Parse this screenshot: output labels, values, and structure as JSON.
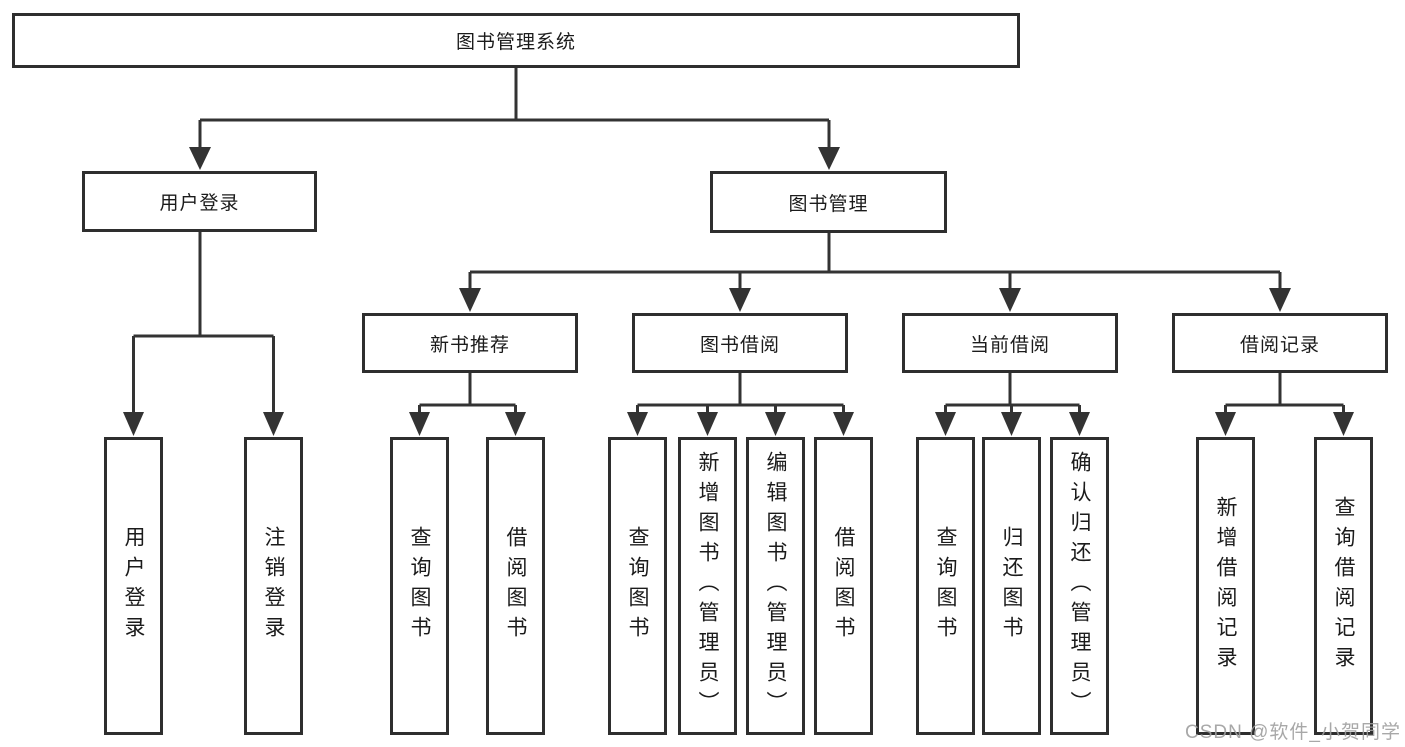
{
  "diagram": {
    "title": "图书管理系统",
    "type": "hierarchy-tree",
    "colors": {
      "line": "#333333",
      "box_border": "#2e2e2e",
      "box_fill": "#ffffff",
      "text": "#1b1b1b",
      "watermark": "#9e9e9e",
      "background": "#ffffff"
    }
  },
  "tree": {
    "label": "图书管理系统",
    "children": [
      {
        "label": "用户登录",
        "children": [
          {
            "label": "用户登录"
          },
          {
            "label": "注销登录"
          }
        ]
      },
      {
        "label": "图书管理",
        "children": [
          {
            "label": "新书推荐",
            "children": [
              {
                "label": "查询图书"
              },
              {
                "label": "借阅图书"
              }
            ]
          },
          {
            "label": "图书借阅",
            "children": [
              {
                "label": "查询图书"
              },
              {
                "label": "新增图书（管理员）"
              },
              {
                "label": "编辑图书（管理员）"
              },
              {
                "label": "借阅图书"
              }
            ]
          },
          {
            "label": "当前借阅",
            "children": [
              {
                "label": "查询图书"
              },
              {
                "label": "归还图书"
              },
              {
                "label": "确认归还（管理员）"
              }
            ]
          },
          {
            "label": "借阅记录",
            "children": [
              {
                "label": "新增借阅记录"
              },
              {
                "label": "查询借阅记录"
              }
            ]
          }
        ]
      }
    ]
  },
  "watermark": {
    "text": "CSDN @软件_小贺同学"
  }
}
